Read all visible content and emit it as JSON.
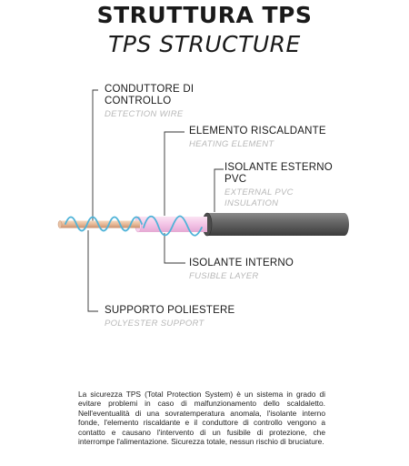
{
  "title": {
    "italian": "STRUTTURA TPS",
    "english": "TPS STRUCTURE"
  },
  "labels": {
    "detection_wire": {
      "it_line1": "CONDUTTORE DI",
      "it_line2": "CONTROLLO",
      "en": "DETECTION WIRE"
    },
    "heating_element": {
      "it": "ELEMENTO RISCALDANTE",
      "en": "HEATING ELEMENT"
    },
    "external_insulation": {
      "it_line1": "ISOLANTE ESTERNO",
      "it_line2": "PVC",
      "en_line1": "EXTERNAL PVC",
      "en_line2": "INSULATION"
    },
    "internal_insulation": {
      "it": "ISOLANTE INTERNO",
      "en": "FUSIBLE LAYER"
    },
    "polyester_support": {
      "it": "SUPPORTO POLIESTERE",
      "en": "POLYESTER SUPPORT"
    }
  },
  "description": "La sicurezza TPS (Total Protection System) è un sistema in grado di evitare problemi in caso di malfunzionamento dello scaldaletto. Nell'eventualità di una sovratemperatura anomala, l'isolante interno fonde, l'elemento riscaldante e il conduttore di controllo vengono a contatto e causano l'intervento di un fusibile di protezione, che interrompe l'alimentazione. Sicurezza totale, nessun rischio di bruciature.",
  "colors": {
    "outer_pvc": "#5a5a5a",
    "heating_sleeve": "#f3c4e6",
    "core": "#e6b896",
    "coil": "#4fb3d8",
    "leader": "#333333"
  }
}
